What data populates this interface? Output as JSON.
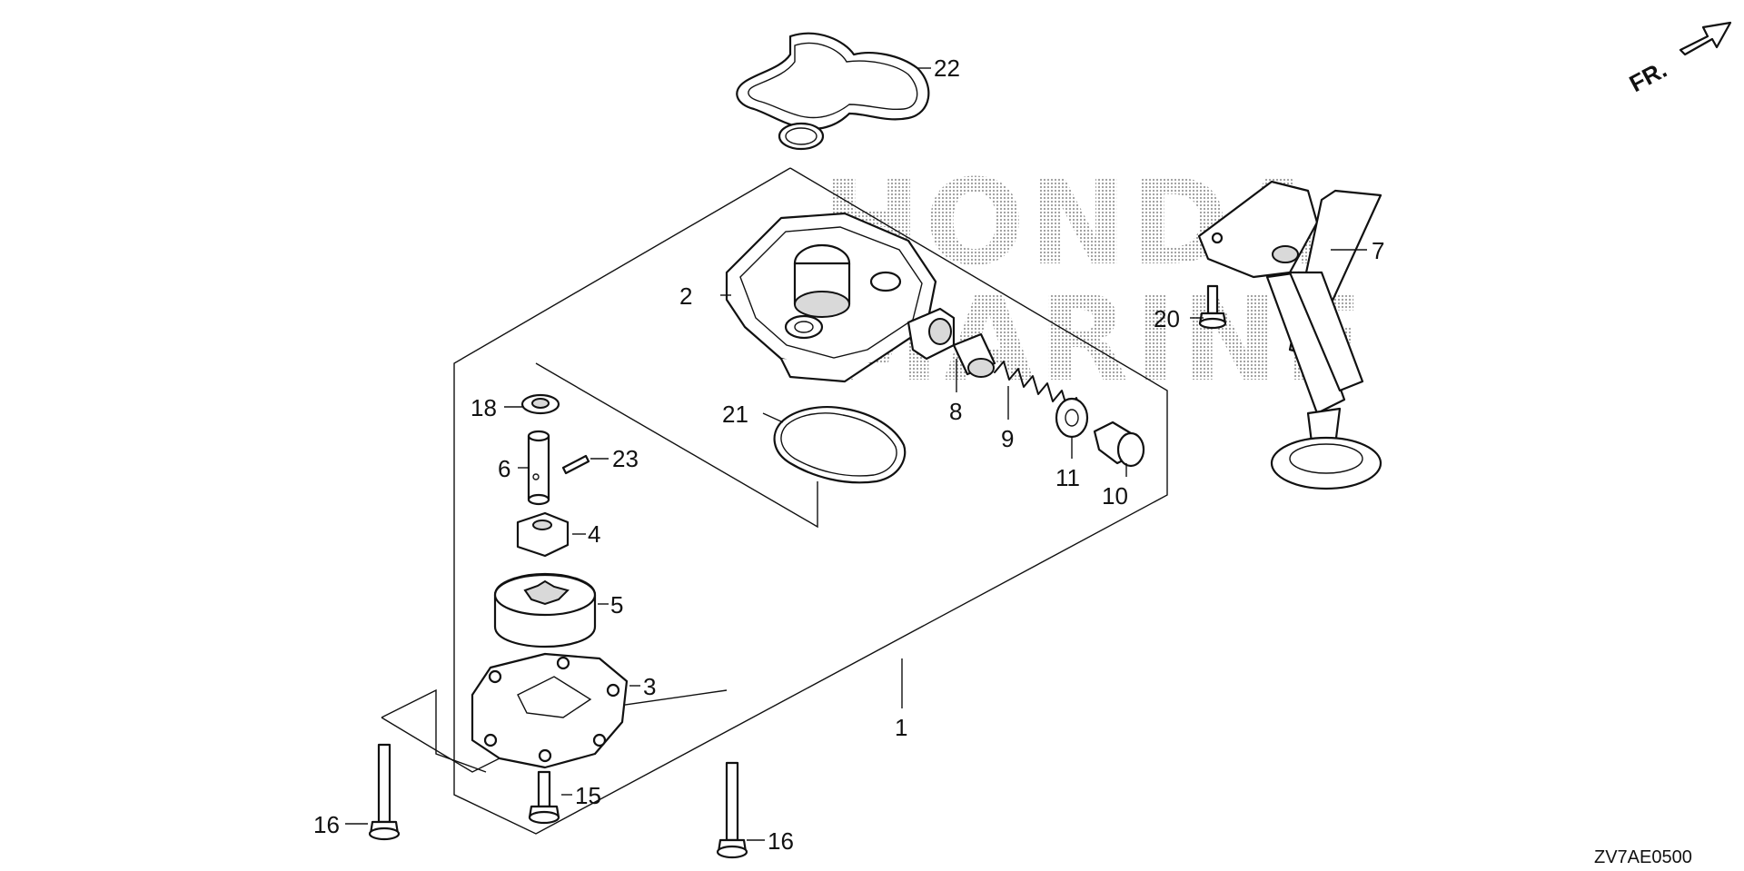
{
  "diagram": {
    "watermark_lines": [
      "HONDA",
      "MARINE"
    ],
    "direction_label": "FR.",
    "diagram_code": "ZV7AE0500",
    "callouts": [
      {
        "id": "c1",
        "text": "1"
      },
      {
        "id": "c2",
        "text": "2"
      },
      {
        "id": "c3",
        "text": "3"
      },
      {
        "id": "c4",
        "text": "4"
      },
      {
        "id": "c5",
        "text": "5"
      },
      {
        "id": "c6",
        "text": "6"
      },
      {
        "id": "c7",
        "text": "7"
      },
      {
        "id": "c8",
        "text": "8"
      },
      {
        "id": "c9",
        "text": "9"
      },
      {
        "id": "c10",
        "text": "10"
      },
      {
        "id": "c11",
        "text": "11"
      },
      {
        "id": "c15",
        "text": "15"
      },
      {
        "id": "c16a",
        "text": "16"
      },
      {
        "id": "c16b",
        "text": "16"
      },
      {
        "id": "c18",
        "text": "18"
      },
      {
        "id": "c20",
        "text": "20"
      },
      {
        "id": "c21",
        "text": "21"
      },
      {
        "id": "c22",
        "text": "22"
      },
      {
        "id": "c23",
        "text": "23"
      }
    ]
  }
}
